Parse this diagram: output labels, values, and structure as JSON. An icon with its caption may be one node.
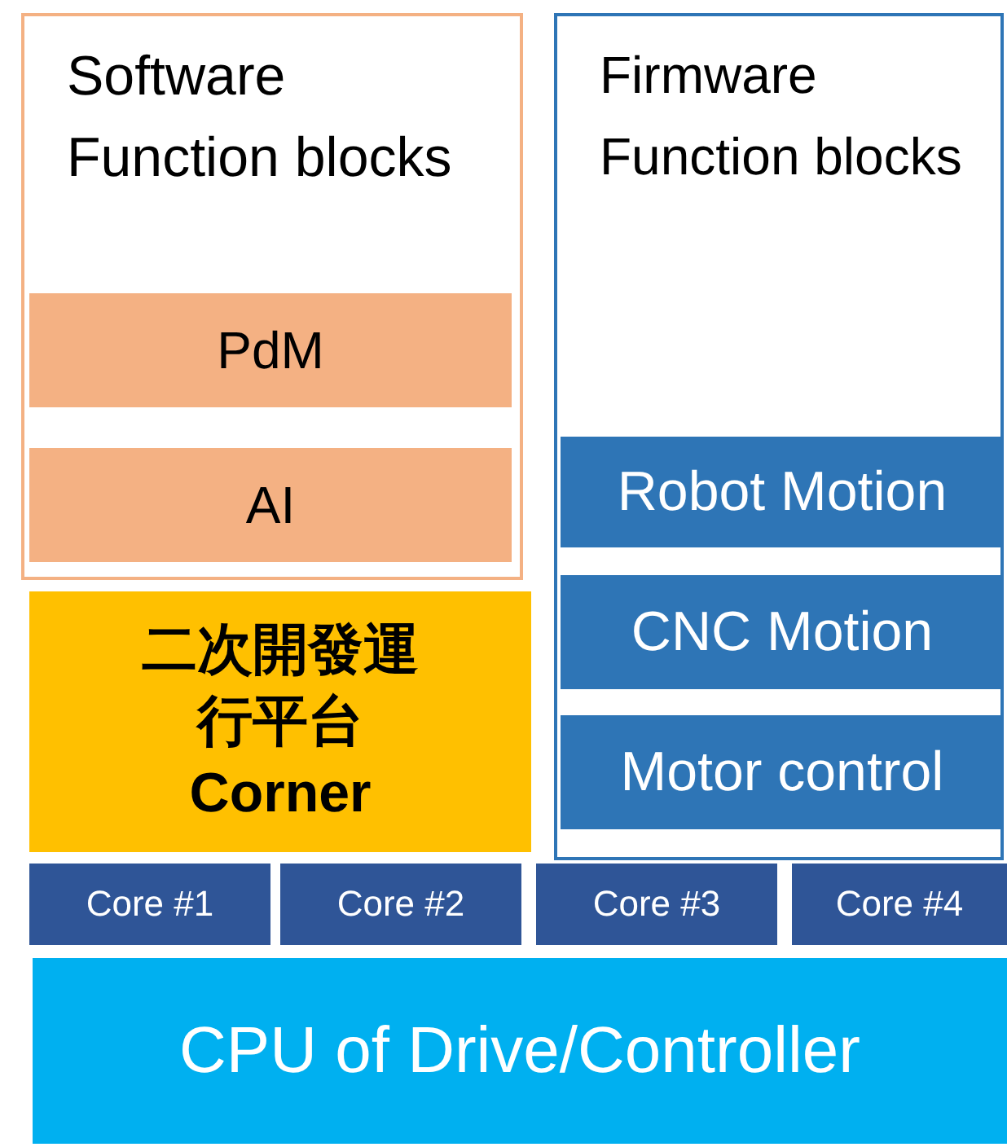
{
  "diagram": {
    "nodes": [
      {
        "text": [
          "Software",
          "Function blocks"
        ]
      },
      {
        "text": [
          "PdM"
        ],
        "in": 0
      },
      {
        "text": [
          "AI"
        ],
        "in": 0
      },
      {
        "text": [
          "Firmware",
          "Function blocks"
        ]
      },
      {
        "text": [
          "Robot Motion"
        ],
        "in": 3
      },
      {
        "text": [
          "CNC Motion"
        ],
        "in": 3
      },
      {
        "text": [
          "Motor control"
        ],
        "in": 3
      },
      {
        "text": [
          "二次開發運行平台 Corner"
        ]
      },
      {
        "text": [
          "Core #1"
        ]
      },
      {
        "text": [
          "Core #2"
        ]
      },
      {
        "text": [
          "Core #3"
        ]
      },
      {
        "text": [
          "Core #4"
        ]
      },
      {
        "text": [
          "CPU of Drive/Controller"
        ]
      }
    ],
    "edges": []
  }
}
